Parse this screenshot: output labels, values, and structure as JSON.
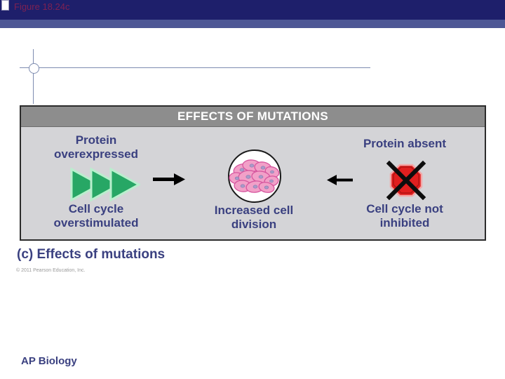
{
  "titlebar": {
    "figure_label": "Figure 18.24c"
  },
  "panel": {
    "title": "EFFECTS OF MUTATIONS",
    "left": {
      "cause": "Protein overexpressed",
      "icon": "triple-green-arrow-icon",
      "effect": "Cell cycle overstimulated"
    },
    "center": {
      "icon": "cell-cluster-image",
      "result": "Increased cell division"
    },
    "right": {
      "cause": "Protein absent",
      "icon": "blocked-protein-icon",
      "effect": "Cell cycle not inhibited"
    },
    "connectors": [
      "right-arrow-icon",
      "left-arrow-icon"
    ]
  },
  "caption": "(c) Effects of mutations",
  "copyright": "© 2011 Pearson Education, Inc.",
  "footer": "AP Biology",
  "colors": {
    "top_bar": "#1e1f6b",
    "accent_strip": "#4d5795",
    "figure_label_text": "#7e2153",
    "panel_header_bg": "#8d8d8d",
    "panel_body_bg": "#d4d4d7",
    "text_navy": "#3a4080",
    "arrow_green": "#27a765",
    "arrow_green_highlight": "#b9efcd",
    "stop_red": "#e11f1f",
    "cell_pink": "#f2a0c8",
    "cell_outline": "#d6569e",
    "nucleus_purple": "#a89ac8",
    "crosshair_line": "#7e8cb0"
  }
}
